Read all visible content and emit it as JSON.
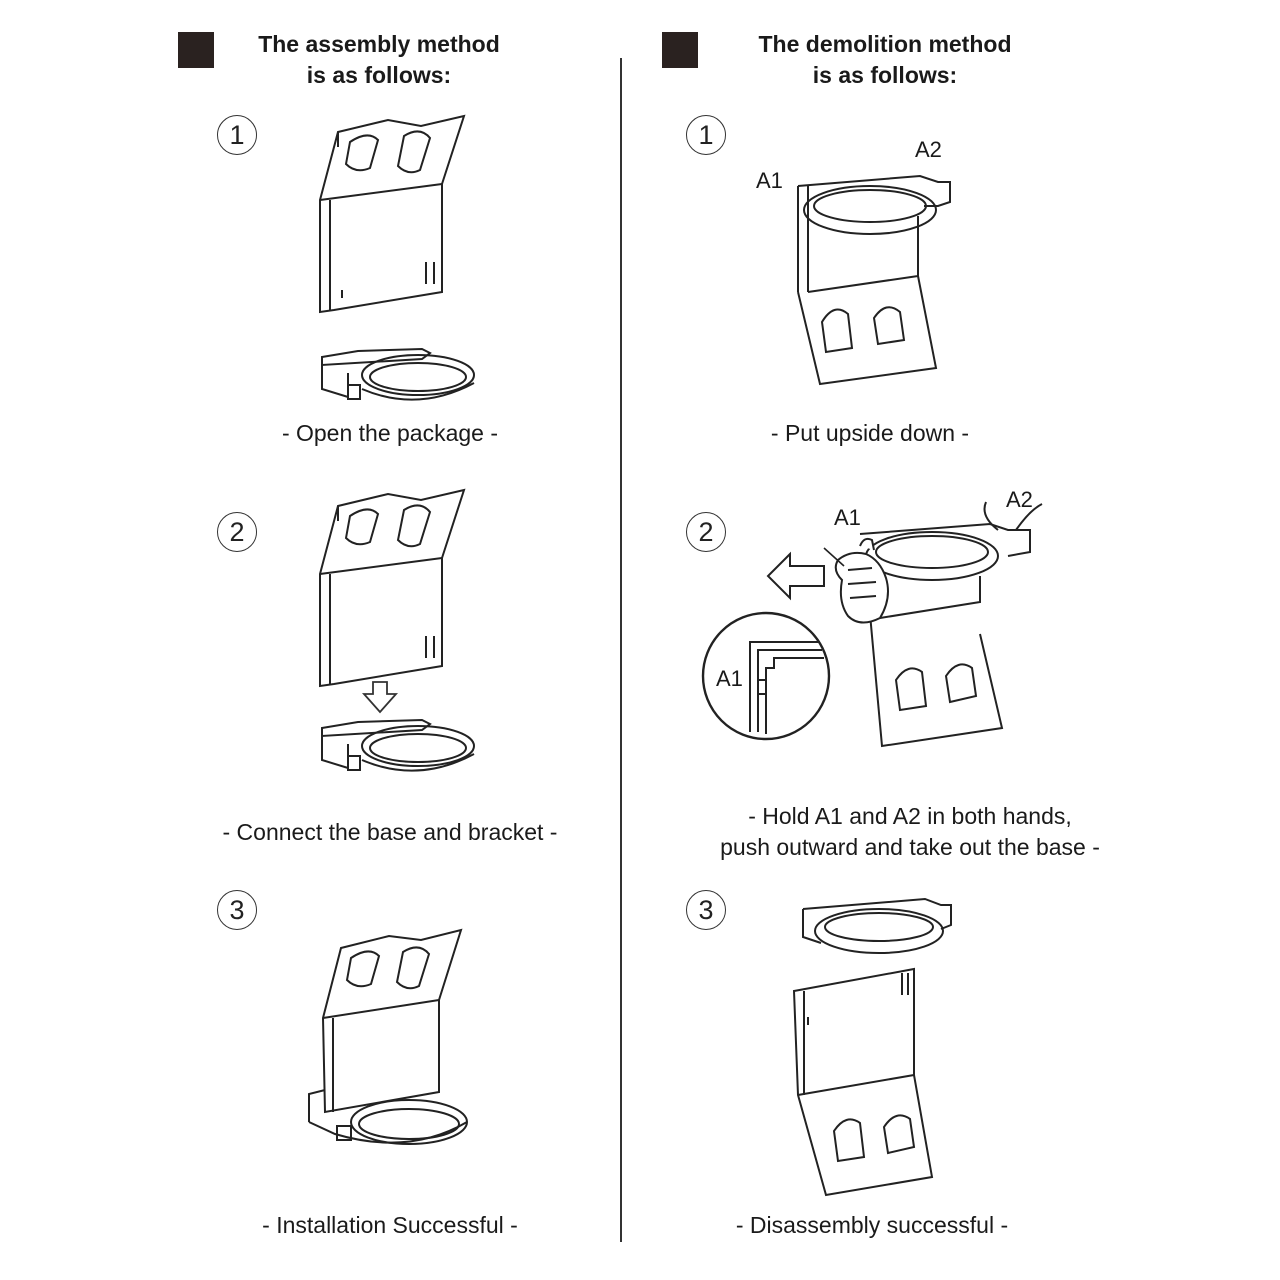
{
  "assembly": {
    "heading_line1": "The assembly method",
    "heading_line2": "is as follows:",
    "steps": [
      {
        "number": "1",
        "caption": "- Open the package -"
      },
      {
        "number": "2",
        "caption": "- Connect the base and bracket -"
      },
      {
        "number": "3",
        "caption": "- Installation Successful -"
      }
    ]
  },
  "demolition": {
    "heading_line1": "The demolition method",
    "heading_line2": "is as follows:",
    "steps": [
      {
        "number": "1",
        "caption": "- Put upside down -",
        "labels": [
          "A1",
          "A2"
        ]
      },
      {
        "number": "2",
        "caption_line1": "- Hold A1 and A2 in both hands,",
        "caption_line2": "push outward and take out the base -",
        "labels": [
          "A1",
          "A2",
          "A1"
        ]
      },
      {
        "number": "3",
        "caption": "- Disassembly successful -"
      }
    ]
  },
  "colors": {
    "ink": "#1a1a1a",
    "square": "#2a2220",
    "background": "#ffffff"
  },
  "icons": [
    "arrow-left-icon",
    "arrow-down-icon",
    "hand-icon",
    "zoom-detail-icon"
  ]
}
